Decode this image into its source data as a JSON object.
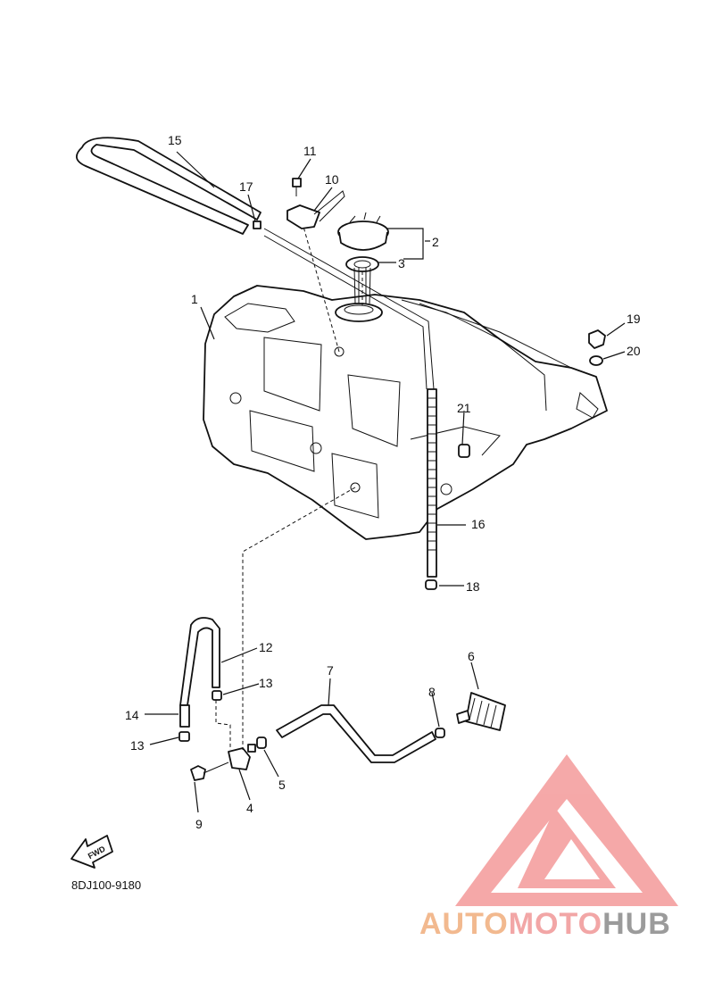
{
  "callouts": {
    "n1": "1",
    "n2": "2",
    "n3": "3",
    "n4": "4",
    "n5": "5",
    "n6": "6",
    "n7": "7",
    "n8": "8",
    "n9": "9",
    "n10": "10",
    "n11": "11",
    "n12": "12",
    "n13a": "13",
    "n13b": "13",
    "n14": "14",
    "n15": "15",
    "n16": "16",
    "n17": "17",
    "n18": "18",
    "n19": "19",
    "n20": "20",
    "n21": "21"
  },
  "fwd_label": "FWD",
  "diagram_code": "8DJ100-9180",
  "watermark": {
    "part1": "AUTO",
    "part2": "MOTO",
    "part3": "HUB",
    "colors": {
      "auto": "#f2b98f",
      "moto": "#f2a6a6",
      "hub": "#9b9b9b",
      "logo": "#f08a8a"
    }
  }
}
